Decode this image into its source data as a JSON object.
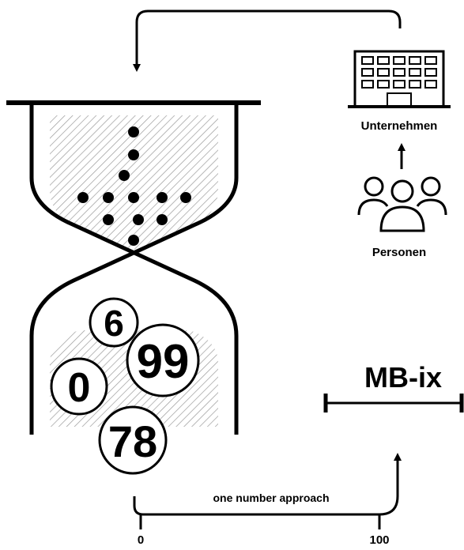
{
  "labels": {
    "company": "Unternehmen",
    "persons": "Personen",
    "index_name": "MB-ix",
    "approach": "one number approach",
    "scale_min": "0",
    "scale_max": "100"
  },
  "balls": [
    {
      "value": "6"
    },
    {
      "value": "99"
    },
    {
      "value": "0"
    },
    {
      "value": "78"
    }
  ],
  "icons": {
    "building": "building-icon",
    "people": "people-group-icon"
  },
  "colors": {
    "ink": "#000000",
    "background": "#ffffff"
  }
}
